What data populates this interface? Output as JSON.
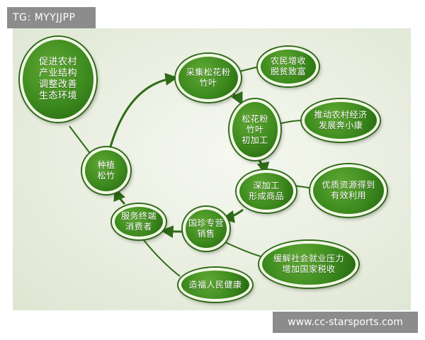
{
  "watermark": "TG: MYYJJPP",
  "site_url": "www.cc-starsports.com",
  "colors": {
    "node_fill": "#3d8a1e",
    "node_border": "#f2f7e6",
    "arrow": "#2f6b18",
    "background": "#e9eee0"
  },
  "nodes": {
    "eco": "促进农村\n产业结构\n调整改善\n生态环境",
    "plant": "种植\n松竹",
    "collect": "采集松花粉\n竹叶",
    "income": "农民增收\n脱贫致富",
    "initial": "松花粉\n竹叶\n初加工",
    "poverty": "推动农村经济\n发展奔小康",
    "deep": "深加工\n形成商品",
    "resource": "优质资源得到\n有效利用",
    "sales": "国珍专营\n销售",
    "service": "服务终端\n消费者",
    "employ": "缓解社会就业压力\n增加国家税收",
    "health": "造福人民健康"
  }
}
